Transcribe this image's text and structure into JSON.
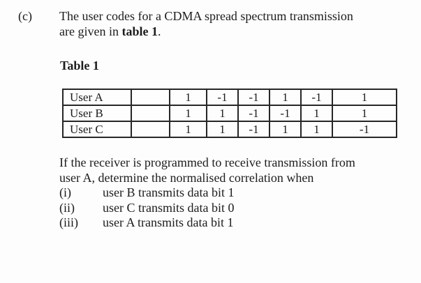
{
  "page": {
    "part_label": "(c)",
    "intro_line1": "The user codes for a CDMA spread spectrum transmission",
    "intro_line2_pre": "are given in ",
    "intro_line2_bold": "table 1",
    "intro_line2_post": ".",
    "table_title": "Table 1"
  },
  "table": {
    "rows": [
      {
        "user": "User A",
        "codes": [
          "1",
          "-1",
          "-1",
          "1",
          "-1",
          "1"
        ]
      },
      {
        "user": "User B",
        "codes": [
          "1",
          "1",
          "-1",
          "-1",
          "1",
          "1"
        ]
      },
      {
        "user": "User C",
        "codes": [
          "1",
          "1",
          "-1",
          "1",
          "1",
          "-1"
        ]
      }
    ]
  },
  "question": {
    "line1": "If the receiver is programmed to receive transmission from",
    "line2": "user A, determine the normalised correlation when",
    "items": [
      {
        "numeral": "(i)",
        "text": "user B transmits data bit 1"
      },
      {
        "numeral": "(ii)",
        "text": "user C transmits data bit 0"
      },
      {
        "numeral": "(iii)",
        "text": "user A transmits data bit 1"
      }
    ]
  }
}
